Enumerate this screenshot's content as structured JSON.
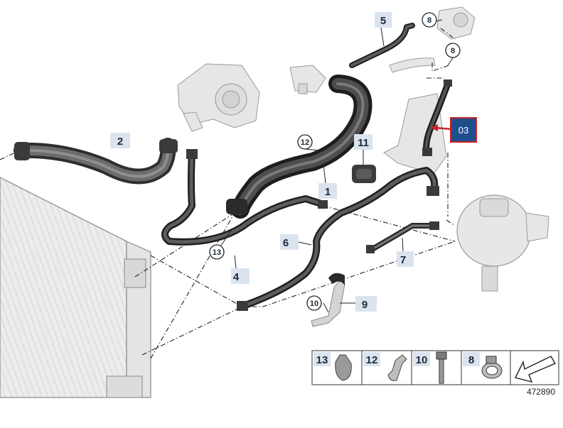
{
  "callouts": {
    "c1": "1",
    "c2": "2",
    "c4": "4",
    "c5": "5",
    "c6": "6",
    "c7": "7",
    "c9": "9",
    "c11": "11"
  },
  "circled": {
    "c8a": "8",
    "c8b": "8",
    "c10": "10",
    "c12": "12",
    "c13": "13"
  },
  "highlight": {
    "label": "03",
    "color": "#d0202a",
    "fill": "#1f4e8c"
  },
  "legend": {
    "items": [
      "13",
      "12",
      "10",
      "8"
    ]
  },
  "reference_number": "472890"
}
